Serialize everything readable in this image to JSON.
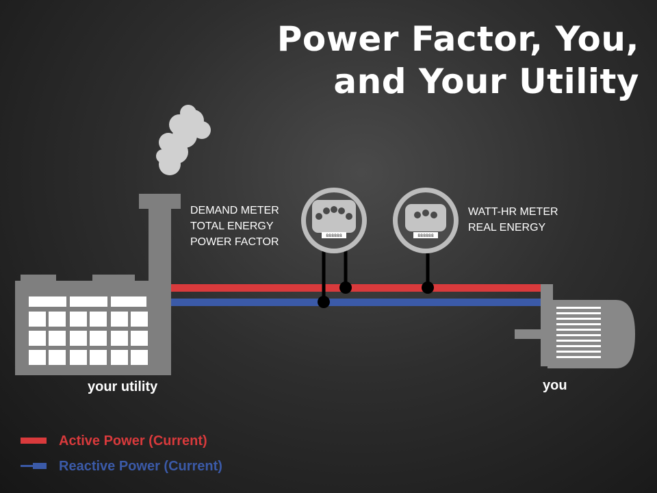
{
  "title": {
    "line1": "Power Factor, You,",
    "line2": "and Your Utility"
  },
  "demand_meter": {
    "lines": [
      "DEMAND METER",
      "TOTAL ENERGY",
      "POWER FACTOR"
    ],
    "digits": "888888"
  },
  "watt_meter": {
    "lines": [
      "WATT-HR METER",
      "REAL ENERGY"
    ],
    "digits": "888888"
  },
  "utility_label": "your utility",
  "you_label": "you",
  "legend": {
    "active": {
      "label": "Active Power (Current)",
      "color": "#d93a3c"
    },
    "reactive": {
      "label": "Reactive Power (Current)",
      "color": "#3b5aa8"
    }
  },
  "colors": {
    "building": "#7f7f7f",
    "motor": "#888888",
    "smoke": "#d0d0d0",
    "meter_ring": "#bdbdbd",
    "meter_face": "#4a4a4a"
  },
  "icons": [
    "factory-icon",
    "smoke-icon",
    "demand-meter-icon",
    "watt-hr-meter-icon",
    "motor-icon"
  ]
}
